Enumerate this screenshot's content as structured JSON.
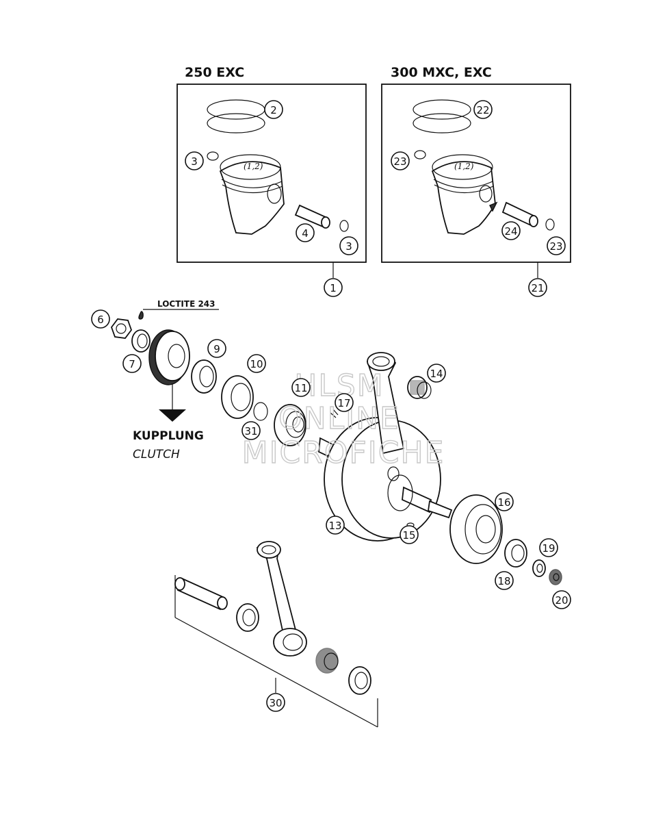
{
  "kits": {
    "left_title": "250 EXC",
    "right_title": "300 MXC, EXC",
    "piston_marking": "(1,2)"
  },
  "notes": {
    "loctite": "LOCTITE 243",
    "clutch_de": "KUPPLUNG",
    "clutch_en": "CLUTCH"
  },
  "watermark": {
    "line1": "HLSM",
    "line2": "ONLINE",
    "line3": "MICROFICHE"
  },
  "callouts": [
    "1",
    "2",
    "3",
    "3",
    "4",
    "6",
    "7",
    "9",
    "10",
    "11",
    "13",
    "14",
    "15",
    "16",
    "17",
    "18",
    "19",
    "20",
    "21",
    "22",
    "23",
    "23",
    "24",
    "30",
    "31"
  ]
}
